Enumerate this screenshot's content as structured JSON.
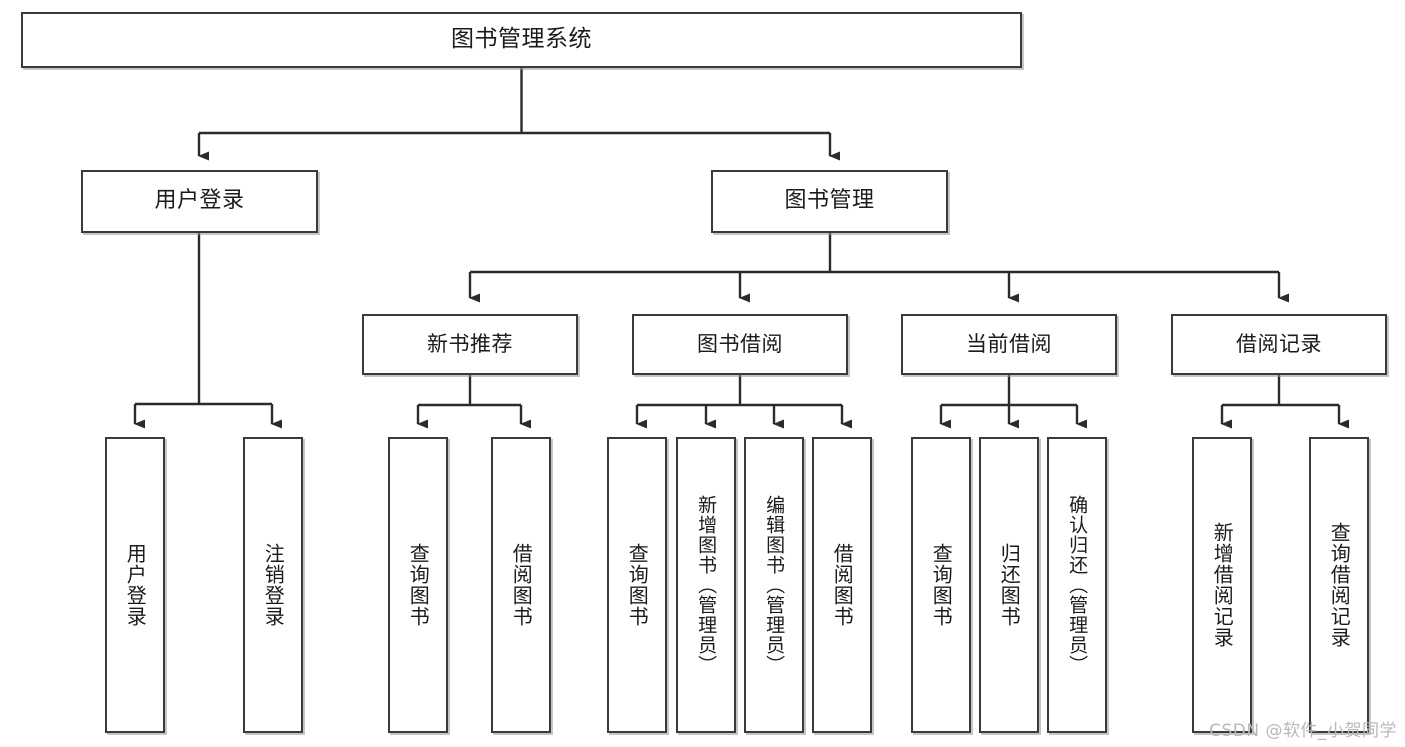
{
  "diagram": {
    "title": "图书管理系统",
    "type": "hierarchy-tree",
    "watermark": "CSDN @软件_小贺同学",
    "colors": {
      "box_border": "#3a3a3a",
      "box_fill": "#ffffff",
      "connector": "#2b2b2b",
      "text": "#1b1b1b",
      "watermark": "#b9b9b9"
    },
    "root": {
      "label": "图书管理系统"
    },
    "level2": [
      {
        "label": "用户登录"
      },
      {
        "label": "图书管理"
      }
    ],
    "level3": [
      {
        "label": "新书推荐"
      },
      {
        "label": "图书借阅"
      },
      {
        "label": "当前借阅"
      },
      {
        "label": "借阅记录"
      }
    ],
    "leaves": {
      "user_login": [
        {
          "label": "用户登录"
        },
        {
          "label": "注销登录"
        }
      ],
      "new_book_recommend": [
        {
          "label": "查询图书"
        },
        {
          "label": "借阅图书"
        }
      ],
      "book_borrow": [
        {
          "label": "查询图书"
        },
        {
          "label": "新增图书（管理员）"
        },
        {
          "label": "编辑图书（管理员）"
        },
        {
          "label": "借阅图书"
        }
      ],
      "current_borrow": [
        {
          "label": "查询图书"
        },
        {
          "label": "归还图书"
        },
        {
          "label": "确认归还（管理员）"
        }
      ],
      "borrow_record": [
        {
          "label": "新增借阅记录"
        },
        {
          "label": "查询借阅记录"
        }
      ]
    }
  }
}
